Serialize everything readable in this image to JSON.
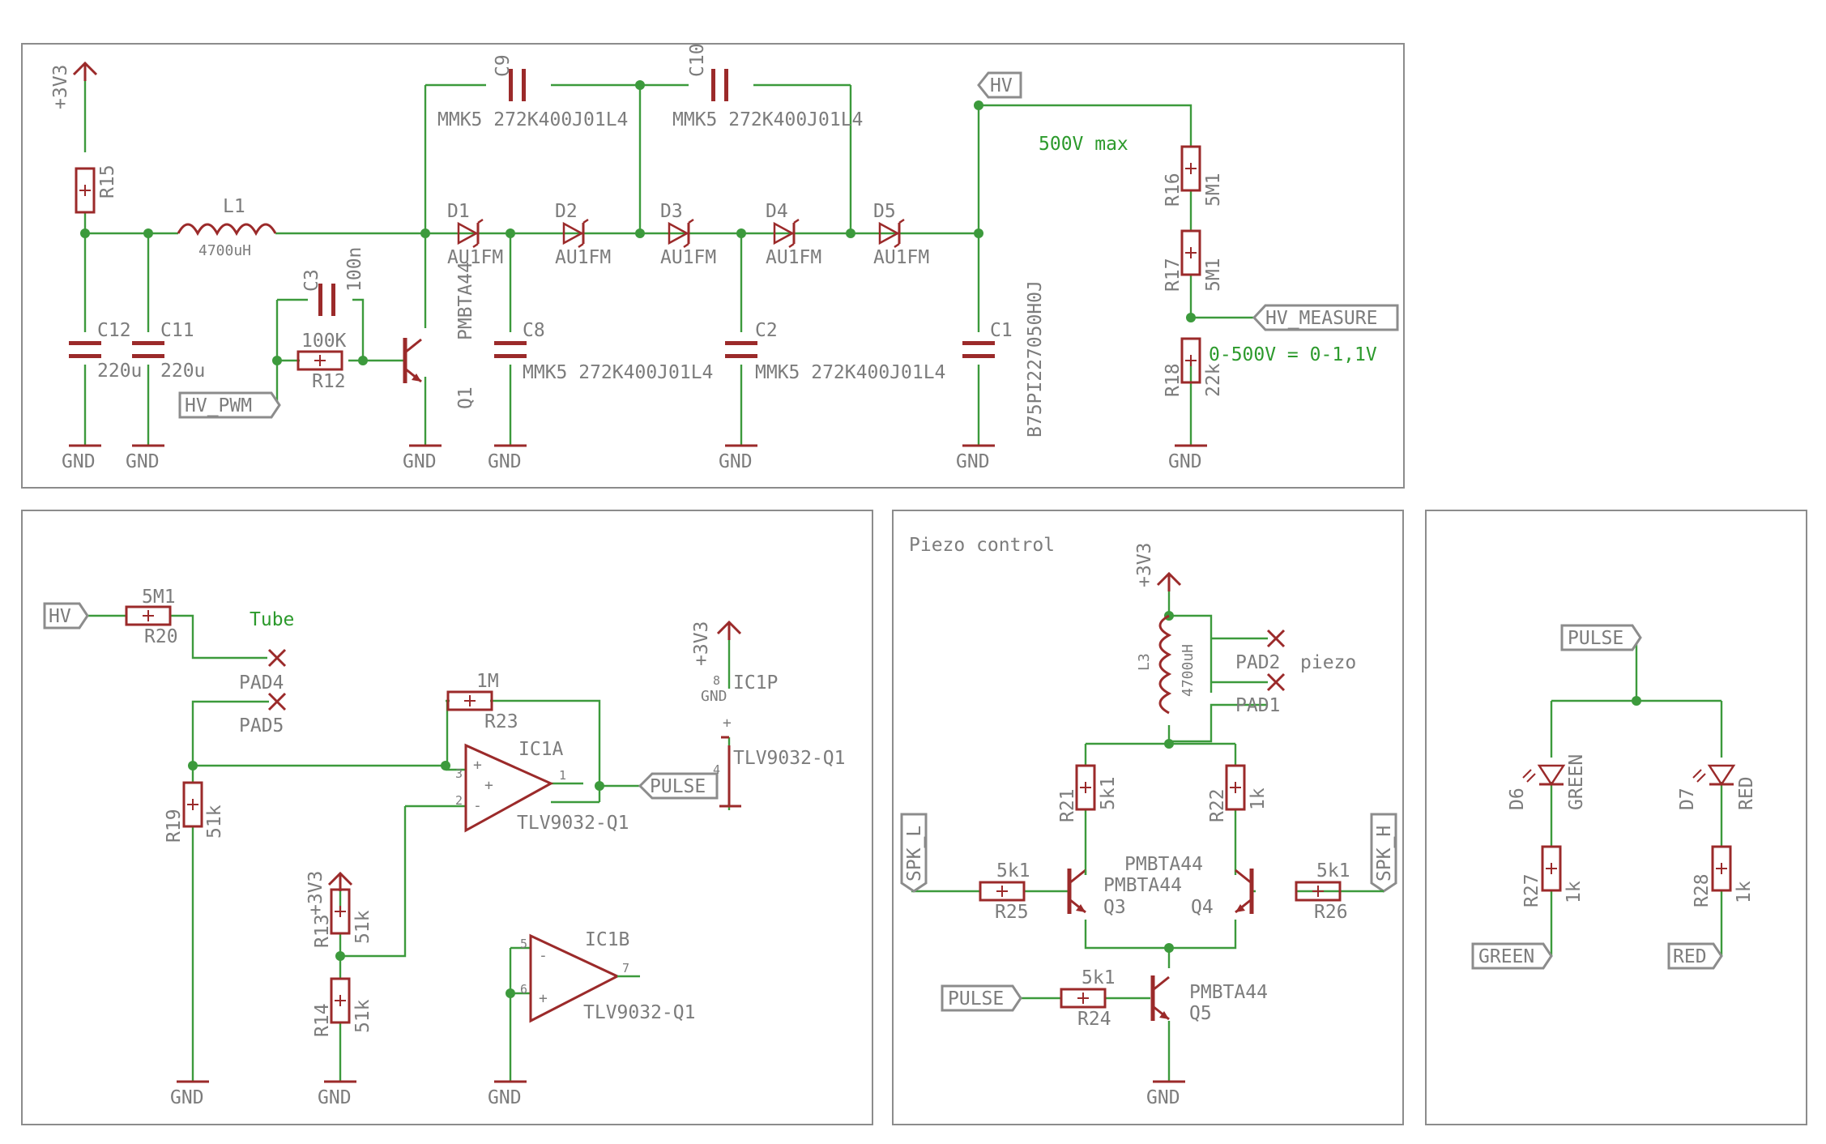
{
  "hv_supply": {
    "rails": [
      "+3V3"
    ],
    "ground": "GND",
    "labels": {
      "hv": "HV",
      "hv_measure": "HV_MEASURE",
      "hv_pwm": "HV_PWM"
    },
    "notes": {
      "max_voltage": "500V max",
      "measure_scale": "0-500V = 0-1,1V"
    },
    "parts": {
      "r15": "R15",
      "l1": "L1",
      "l1_value": "4700uH",
      "c12": "C12",
      "c12_value": "220u",
      "c11": "C11",
      "c11_value": "220u",
      "c3": "C3",
      "c3_value": "100n",
      "r12": "R12",
      "r12_value": "100K",
      "q1": "Q1",
      "q1_value": "PMBTA44",
      "c9": "C9",
      "c9_value": "MMK5 272K400J01L4",
      "c10": "C10",
      "c10_value": "MMK5 272K400J01L4",
      "c8": "C8",
      "c8_value": "MMK5 272K400J01L4",
      "c2": "C2",
      "c2_value": "MMK5 272K400J01L4",
      "c1": "C1",
      "c1_value": "B75PI227050H0J",
      "d1": "D1",
      "d2": "D2",
      "d3": "D3",
      "d4": "D4",
      "d5": "D5",
      "diode_value": "AU1FM",
      "r16": "R16",
      "r16_value": "5M1",
      "r17": "R17",
      "r17_value": "5M1",
      "r18": "R18",
      "r18_value": "22k"
    }
  },
  "tube": {
    "labels": {
      "hv": "HV",
      "pulse": "PULSE",
      "tube": "Tube",
      "rail": "+3V3",
      "gnd": "GND"
    },
    "parts": {
      "r20": "R20",
      "r20_value": "5M1",
      "pad4": "PAD4",
      "pad5": "PAD5",
      "r19": "R19",
      "r19_value": "51k",
      "r23": "R23",
      "r23_value": "1M",
      "ic1a": "IC1A",
      "ic1b": "IC1B",
      "ic1p": "IC1P",
      "ic_value": "TLV9032-Q1",
      "r13": "R13",
      "r13_value": "51k",
      "r14": "R14",
      "r14_value": "51k",
      "pin_gnd": "GND",
      "pins": [
        "8",
        "4",
        "3",
        "2",
        "1",
        "5",
        "6",
        "7"
      ]
    }
  },
  "piezo": {
    "title": "Piezo control",
    "labels": {
      "rail": "+3V3",
      "spk_l": "SPK_L",
      "spk_h": "SPK_H",
      "pulse": "PULSE",
      "gnd": "GND",
      "piezo": "piezo"
    },
    "parts": {
      "l3": "L3",
      "l3_value": "4700uH",
      "pad2": "PAD2",
      "pad1": "PAD1",
      "r21": "R21",
      "r21_value": "5k1",
      "r22": "R22",
      "r22_value": "1k",
      "q3": "Q3",
      "q4": "Q4",
      "q5": "Q5",
      "q_value": "PMBTA44",
      "r25": "R25",
      "r25_value": "5k1",
      "r26": "R26",
      "r26_value": "5k1",
      "r24": "R24",
      "r24_value": "5k1"
    }
  },
  "leds": {
    "labels": {
      "pulse": "PULSE",
      "green": "GREEN",
      "red": "RED"
    },
    "parts": {
      "d6": "D6",
      "d6_value": "GREEN",
      "d7": "D7",
      "d7_value": "RED",
      "r27": "R27",
      "r27_value": "1k",
      "r28": "R28",
      "r28_value": "1k"
    }
  },
  "colors": {
    "wire": "#3c9a3c",
    "part": "#9b2a2a",
    "text": "#7c7c7c",
    "note": "#2c9a2c",
    "frame": "#8c8c8c"
  }
}
